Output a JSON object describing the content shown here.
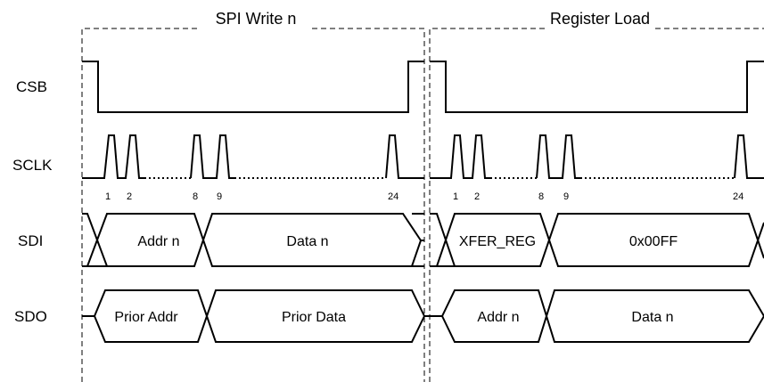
{
  "phases": {
    "first": {
      "label": "SPI Write n"
    },
    "second": {
      "label": "Register Load"
    }
  },
  "signals": {
    "csb": "CSB",
    "sclk": "SCLK",
    "sdi": "SDI",
    "sdo": "SDO"
  },
  "pulses": {
    "p1": "1",
    "p2": "2",
    "p8": "8",
    "p9": "9",
    "p24": "24"
  },
  "sdi": {
    "first_addr": "Addr n",
    "first_data": "Data n",
    "second_addr": "XFER_REG",
    "second_data": "0x00FF"
  },
  "sdo": {
    "first_addr": "Prior Addr",
    "first_data": "Prior Data",
    "second_addr": "Addr n",
    "second_data": "Data n"
  }
}
